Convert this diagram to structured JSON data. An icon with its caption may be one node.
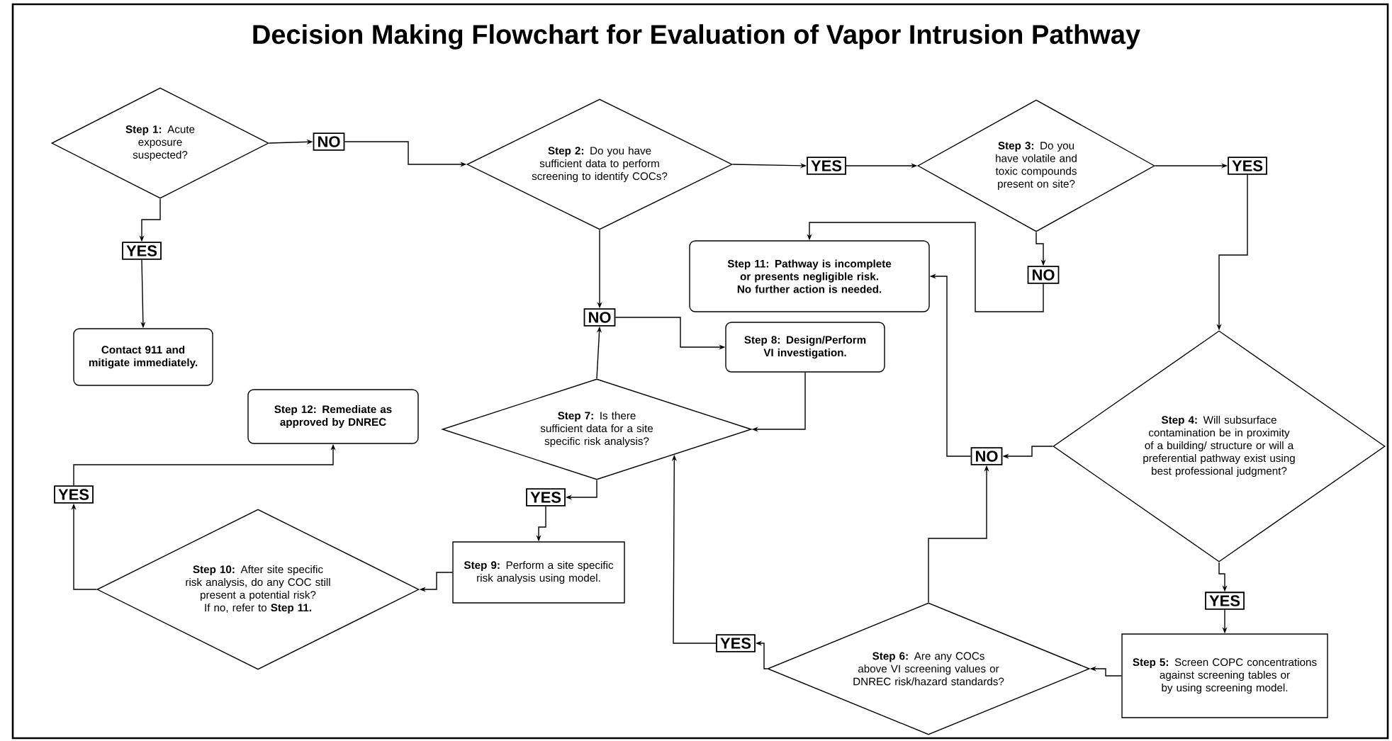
{
  "diagram": {
    "title": "Decision Making Flowchart for Evaluation of Vapor Intrusion Pathway",
    "nodes": [
      {
        "text": [
          "**Step 1:** Acute exposure suspected?"
        ]
      },
      {
        "text": [
          "NO"
        ]
      },
      {
        "text": [
          "YES"
        ]
      },
      {
        "text": [
          "Contact 911 and mitigate immediately."
        ]
      },
      {
        "text": [
          "**Step 2:** Do you have sufficient data to perform screening to identify COCs?"
        ]
      },
      {
        "text": [
          "YES"
        ]
      },
      {
        "text": [
          "**Step 3:** Do you have volatile and toxic compounds present on site?"
        ]
      },
      {
        "text": [
          "YES"
        ]
      },
      {
        "text": [
          "NO"
        ]
      },
      {
        "text": [
          "Step 11: Pathway is incomplete or presents negligible risk. No further action is needed."
        ]
      },
      {
        "text": [
          "NO"
        ]
      },
      {
        "text": [
          "Step 8: Design/Perform VI investigation."
        ]
      },
      {
        "text": [
          "Step 12: Remediate as approved by DNREC"
        ]
      },
      {
        "text": [
          "**Step 7:** Is there sufficient data for a site specific risk analysis?"
        ]
      },
      {
        "text": [
          "YES"
        ]
      },
      {
        "text": [
          "YES"
        ]
      },
      {
        "text": [
          "**Step 10:** After site specific risk analysis, do any COC still present a potential risk?  If no, refer to **Step 11.**"
        ]
      },
      {
        "text": [
          "**Step 9:** Perform a site specific risk analysis using model."
        ]
      },
      {
        "text": [
          "NO"
        ]
      },
      {
        "text": [
          "**Step 4:** Will subsurface contamination be in proximity of a building/ structure or will a preferential pathway exist using best professional judgment?"
        ]
      },
      {
        "text": [
          "YES"
        ]
      },
      {
        "text": [
          "**Step 6:** Are any COCs above VI screening values or DNREC risk/hazard standards?"
        ]
      },
      {
        "text": [
          "YES"
        ]
      },
      {
        "text": [
          "**Step 5:** Screen COPC concentrations against screening tables or by using screening model."
        ]
      }
    ],
    "edges": [
      {
        "from": 0,
        "to": 1,
        "arrow": "to"
      },
      {
        "from": 1,
        "to": 4,
        "arrow": "to"
      },
      {
        "from": 0,
        "to": 2,
        "arrow": "to"
      },
      {
        "from": 2,
        "to": 3,
        "arrow": "to"
      },
      {
        "from": 4,
        "to": 5,
        "arrow": "to"
      },
      {
        "from": 5,
        "to": 6,
        "arrow": "to"
      },
      {
        "from": 6,
        "to": 7,
        "arrow": "to"
      },
      {
        "from": 7,
        "to": 19,
        "arrow": "to"
      },
      {
        "from": 6,
        "to": 8,
        "arrow": "to"
      },
      {
        "from": 8,
        "to": 9,
        "arrow": "to"
      },
      {
        "from": 4,
        "to": 10,
        "arrow": "to"
      },
      {
        "from": 10,
        "to": 11,
        "arrow": "to"
      },
      {
        "from": 13,
        "to": 10,
        "arrow": "to"
      },
      {
        "from": 13,
        "to": 15,
        "arrow": "to"
      },
      {
        "from": 15,
        "to": 17,
        "arrow": "to"
      },
      {
        "from": 17,
        "to": 16,
        "arrow": "to"
      },
      {
        "from": 16,
        "to": 14,
        "arrow": "to"
      },
      {
        "from": 14,
        "to": 12,
        "arrow": "to"
      },
      {
        "from": 11,
        "to": 13,
        "arrow": "to"
      },
      {
        "from": 19,
        "to": 18,
        "arrow": "to"
      },
      {
        "from": 18,
        "to": 9,
        "arrow": "to"
      },
      {
        "from": 19,
        "to": 20,
        "arrow": "to"
      },
      {
        "from": 20,
        "to": 23,
        "arrow": "to"
      },
      {
        "from": 23,
        "to": 21,
        "arrow": "to"
      },
      {
        "from": 21,
        "to": 18,
        "arrow": "to"
      },
      {
        "from": 21,
        "to": 22,
        "arrow": "to"
      },
      {
        "from": 22,
        "to": 13,
        "arrow": "to"
      }
    ]
  }
}
